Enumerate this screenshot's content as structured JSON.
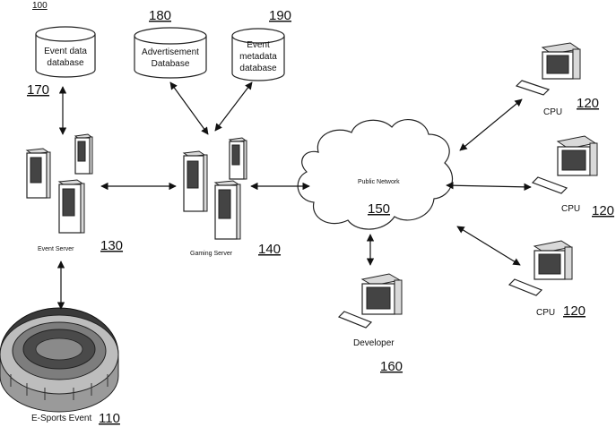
{
  "figure_ref": "100",
  "event_db": {
    "label_line1": "Event data",
    "label_line2": "database",
    "ref": "170"
  },
  "ad_db": {
    "label_line1": "Advertisement",
    "label_line2": "Database",
    "ref": "180"
  },
  "meta_db": {
    "label_line1": "Event",
    "label_line2": "metadata",
    "label_line3": "database",
    "ref": "190"
  },
  "event_server": {
    "label": "Event Server",
    "ref": "130"
  },
  "gaming_server": {
    "label": "Gaming Server",
    "ref": "140"
  },
  "network": {
    "label": "Public Network",
    "ref": "150"
  },
  "developer": {
    "label": "Developer",
    "ref": "160"
  },
  "cpus": [
    {
      "label": "CPU",
      "ref": "120"
    },
    {
      "label": "CPU",
      "ref": "120"
    },
    {
      "label": "CPU",
      "ref": "120"
    }
  ],
  "esports": {
    "label": "E-Sports Event",
    "ref": "110"
  }
}
